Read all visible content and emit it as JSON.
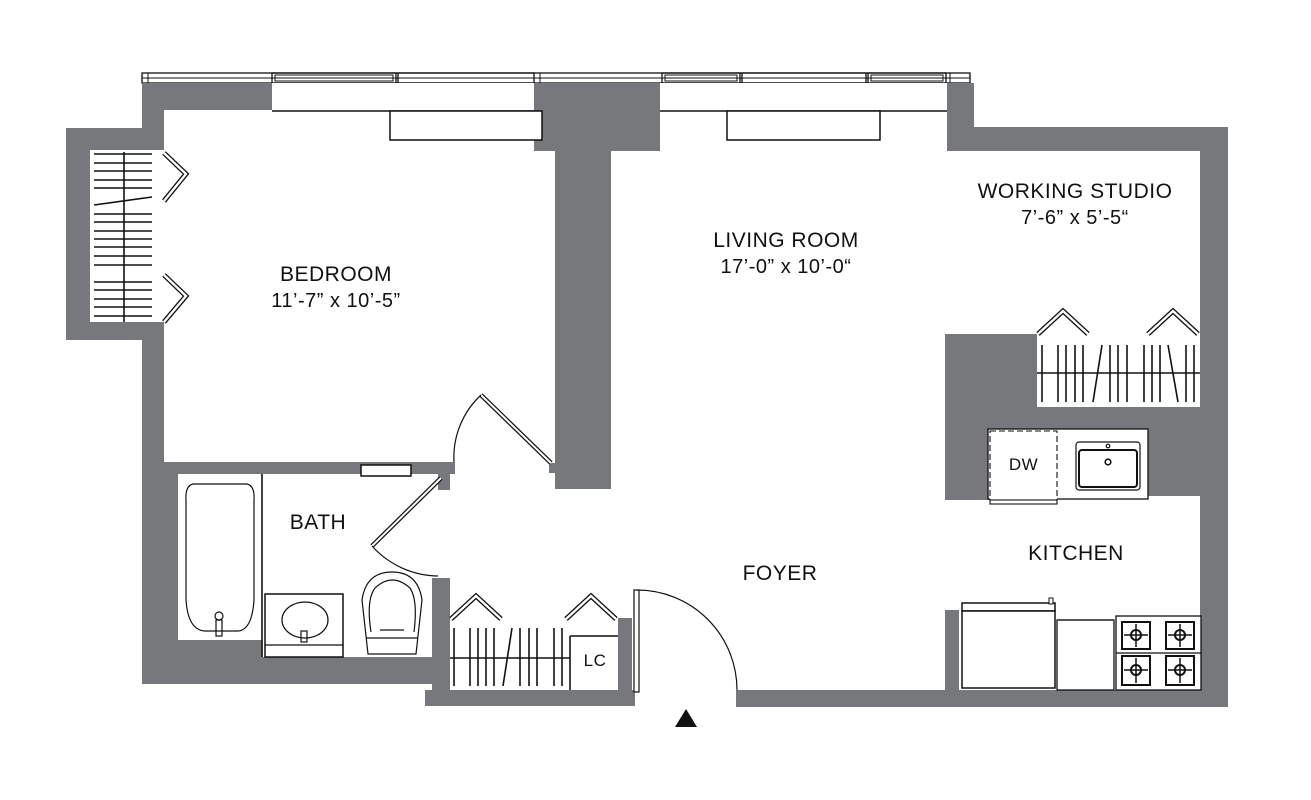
{
  "plan": {
    "rooms": {
      "bedroom": {
        "name": "BEDROOM",
        "dimensions": "11’-7” x 10’-5”"
      },
      "living_room": {
        "name": "LIVING ROOM",
        "dimensions": "17’-0” x 10’-0“"
      },
      "working_studio": {
        "name": "WORKING STUDIO",
        "dimensions": "7’-6” x 5’-5“"
      },
      "bath": {
        "name": "BATH"
      },
      "foyer": {
        "name": "FOYER"
      },
      "kitchen": {
        "name": "KITCHEN"
      }
    },
    "fixtures": {
      "dishwasher": "DW",
      "linen_closet": "LC"
    },
    "entry_marker": "entry-arrow",
    "colors": {
      "wall": "#77787b",
      "line": "#111111",
      "background": "#ffffff"
    }
  }
}
